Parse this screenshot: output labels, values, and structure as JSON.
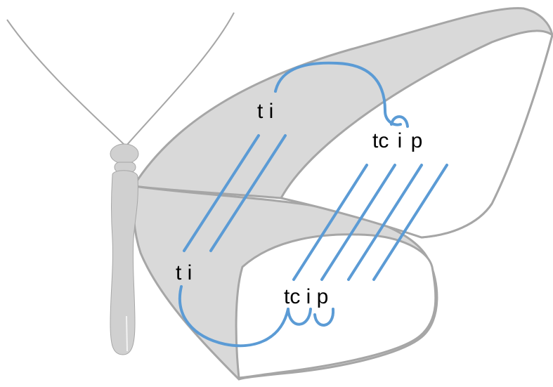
{
  "colors": {
    "wing_fill": "#d9d9d9",
    "wing_stroke": "#a6a6a6",
    "body_fill": "#d0d0d0",
    "connector": "#5b9bd5",
    "background": "#ffffff"
  },
  "forewing_labels": {
    "inner": "t i",
    "outer": "tc  i p"
  },
  "hindwing_labels": {
    "inner": "t i",
    "outer": "tc i p"
  },
  "icons": [
    "butterfly-outline"
  ]
}
